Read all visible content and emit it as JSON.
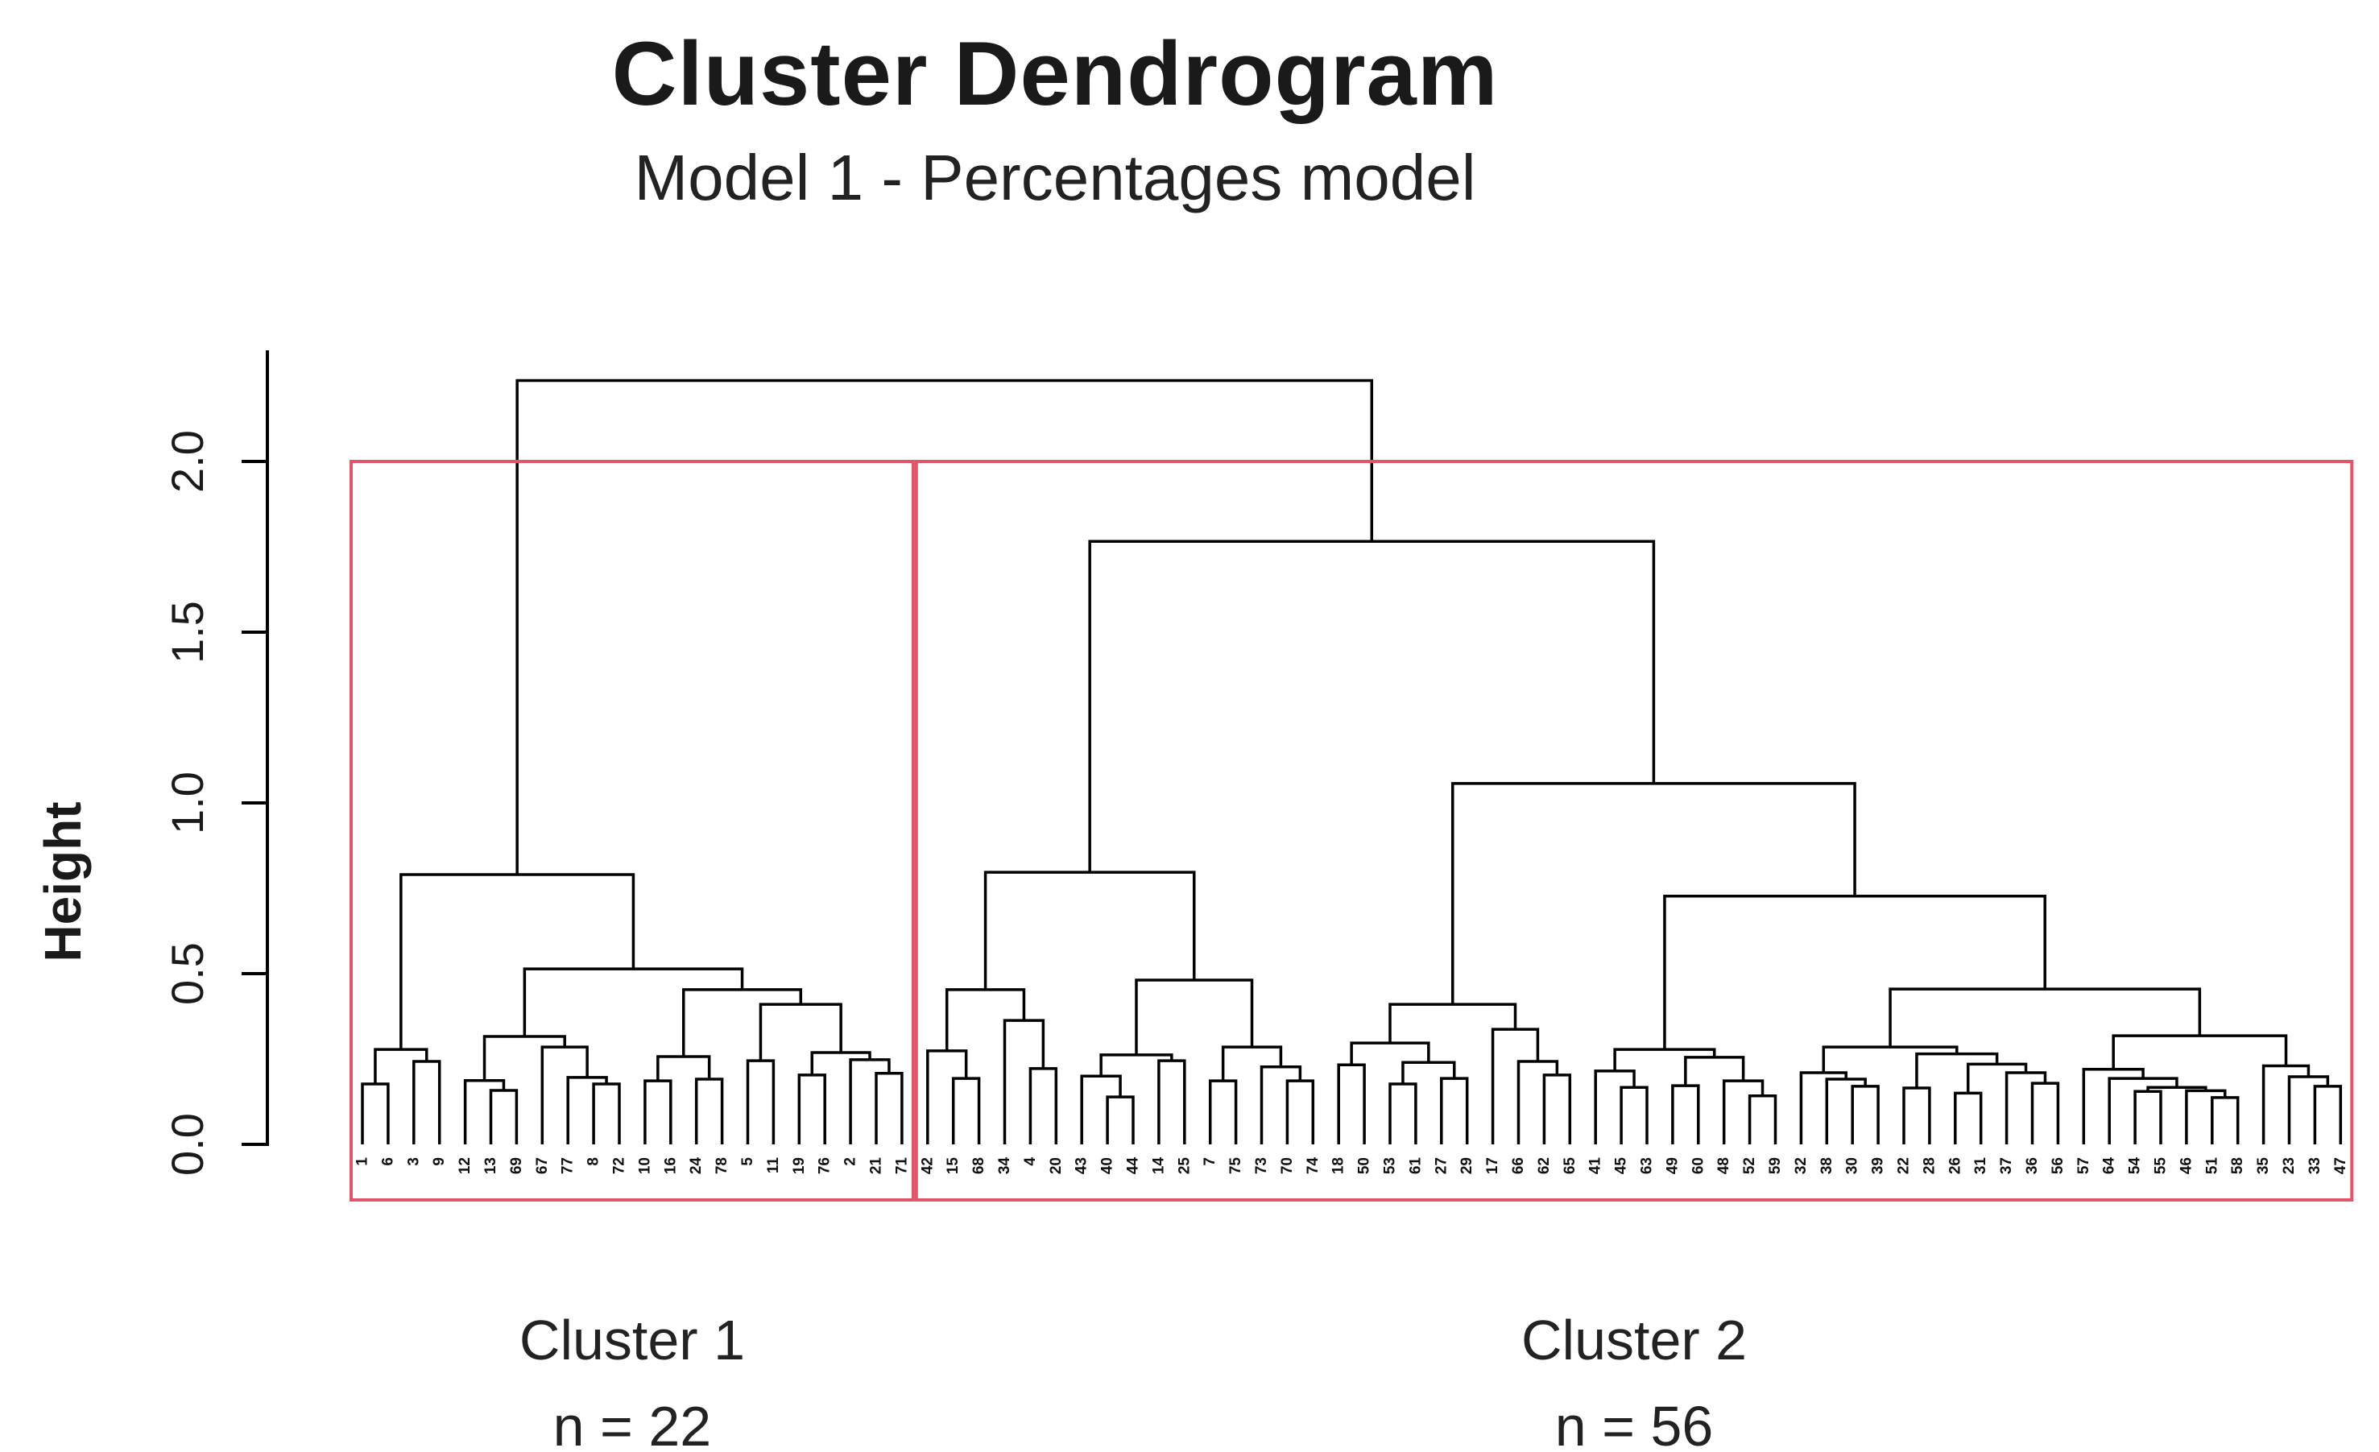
{
  "chart_data": {
    "type": "dendrogram",
    "title": "Cluster Dendrogram",
    "subtitle": "Model 1 - Percentages model",
    "ylabel": "Height",
    "ytick_labels": [
      "0.0",
      "0.5",
      "1.0",
      "1.5",
      "2.0"
    ],
    "ylim": [
      0,
      2.33
    ],
    "grid": false,
    "line_color": "#000000",
    "box_color": "#e0556a",
    "background": "#ffffff",
    "leaf_order": [
      "1",
      "6",
      "3",
      "9",
      "12",
      "13",
      "69",
      "67",
      "77",
      "8",
      "72",
      "10",
      "16",
      "24",
      "78",
      "5",
      "11",
      "19",
      "76",
      "2",
      "21",
      "71",
      "42",
      "15",
      "68",
      "34",
      "4",
      "20",
      "43",
      "40",
      "44",
      "14",
      "25",
      "7",
      "75",
      "73",
      "70",
      "74",
      "18",
      "50",
      "53",
      "61",
      "27",
      "29",
      "17",
      "66",
      "62",
      "65",
      "41",
      "45",
      "63",
      "49",
      "60",
      "48",
      "52",
      "59",
      "32",
      "38",
      "30",
      "39",
      "22",
      "28",
      "26",
      "31",
      "37",
      "36",
      "56",
      "57",
      "64",
      "54",
      "55",
      "46",
      "51",
      "58",
      "35",
      "23",
      "33",
      "47"
    ],
    "tree": [
      2.237,
      [
        0.79,
        [
          0.278,
          [
            0.177,
            "1",
            "6"
          ],
          [
            0.243,
            "3",
            "9"
          ]
        ],
        [
          0.514,
          [
            0.316,
            [
              0.187,
              "12",
              [
                0.158,
                "13",
                "69"
              ]
            ],
            [
              0.285,
              "67",
              [
                0.196,
                "77",
                [
                  0.177,
                  "8",
                  "72"
                ]
              ]
            ]
          ],
          [
            0.453,
            [
              0.257,
              [
                0.186,
                "10",
                "16"
              ],
              [
                0.191,
                "24",
                "78"
              ]
            ],
            [
              0.41,
              [
                0.245,
                "5",
                "11"
              ],
              [
                0.269,
                [
                  0.203,
                  "19",
                  "76"
                ],
                [
                  0.248,
                  "2",
                  [
                    0.208,
                    "21",
                    "71"
                  ]
                ]
              ]
            ]
          ]
        ]
      ],
      [
        1.766,
        [
          0.797,
          [
            0.453,
            [
              0.274,
              "42",
              [
                0.193,
                "15",
                "68"
              ]
            ],
            [
              0.363,
              "34",
              [
                0.222,
                "4",
                "20"
              ]
            ]
          ],
          [
            0.481,
            [
              0.262,
              [
                0.2,
                "43",
                [
                  0.139,
                  "40",
                  "44"
                ]
              ],
              [
                0.245,
                "14",
                "25"
              ]
            ],
            [
              0.285,
              [
                0.186,
                "7",
                "75"
              ],
              [
                0.227,
                "73",
                [
                  0.186,
                  "70",
                  "74"
                ]
              ]
            ]
          ]
        ],
        [
          1.057,
          [
            0.41,
            [
              0.297,
              [
                0.233,
                "18",
                "50"
              ],
              [
                0.24,
                [
                  0.177,
                  "53",
                  "61"
                ],
                [
                  0.193,
                  "27",
                  "29"
                ]
              ]
            ],
            [
              0.337,
              "17",
              [
                0.243,
                "66",
                [
                  0.203,
                  "62",
                  "65"
                ]
              ]
            ]
          ],
          [
            0.727,
            [
              0.278,
              [
                0.215,
                "41",
                [
                  0.167,
                  "45",
                  "63"
                ]
              ],
              [
                0.255,
                [
                  0.172,
                  "49",
                  "60"
                ],
                [
                  0.186,
                  "48",
                  [
                    0.142,
                    "52",
                    "59"
                  ]
                ]
              ]
            ],
            [
              0.455,
              [
                0.285,
                [
                  0.21,
                  "32",
                  [
                    0.191,
                    "38",
                    [
                      0.17,
                      "30",
                      "39"
                    ]
                  ]
                ],
                [
                  0.265,
                  [
                    0.165,
                    "22",
                    "28"
                  ],
                  [
                    0.235,
                    [
                      0.15,
                      "26",
                      "31"
                    ],
                    [
                      0.21,
                      "37",
                      [
                        0.179,
                        "36",
                        "56"
                      ]
                    ]
                  ]
                ]
              ],
              [
                0.318,
                [
                  0.22,
                  "57",
                  [
                    0.193,
                    "64",
                    [
                      0.167,
                      [
                        0.155,
                        "54",
                        "55"
                      ],
                      [
                        0.157,
                        "46",
                        [
                          0.137,
                          "51",
                          "58"
                        ]
                      ]
                    ]
                  ]
                ],
                [
                  0.23,
                  "35",
                  [
                    0.198,
                    "23",
                    [
                      0.17,
                      "33",
                      "47"
                    ]
                  ]
                ]
              ]
            ]
          ]
        ]
      ]
    ],
    "clusters": [
      {
        "label": "Cluster 1",
        "n_label": "n = 22",
        "n": 22,
        "leaf_start": 0,
        "leaf_end": 21,
        "box_top_height": 2.0
      },
      {
        "label": "Cluster 2",
        "n_label": "n = 56",
        "n": 56,
        "leaf_start": 22,
        "leaf_end": 77,
        "box_top_height": 2.0
      }
    ]
  }
}
